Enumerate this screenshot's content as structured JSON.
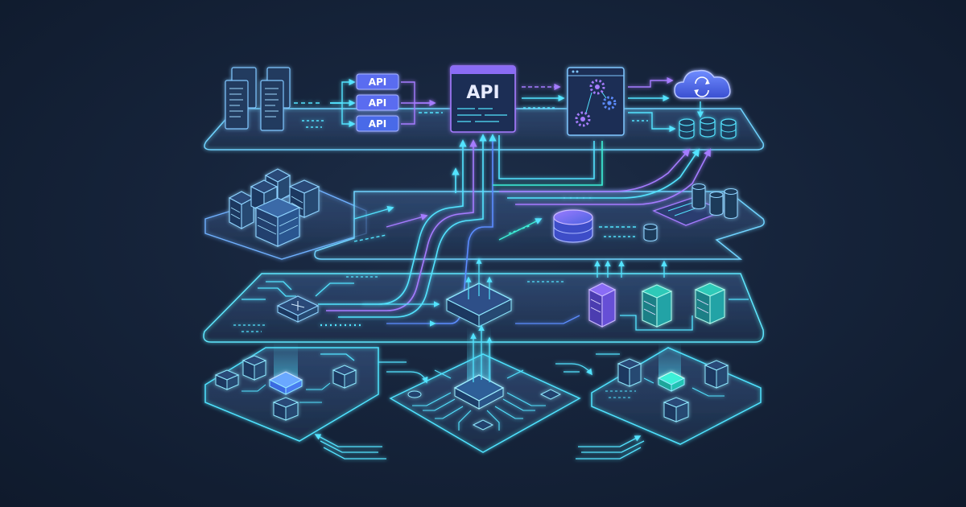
{
  "labels": {
    "api_chip_1": "API",
    "api_chip_2": "API",
    "api_chip_3": "API",
    "api_gateway": "API"
  },
  "colors": {
    "background": "#16243b",
    "cyan": "#53e3ff",
    "teal": "#3cf0d8",
    "violet": "#a57bff",
    "blue": "#5b8cff",
    "api_chip": "#5a6cf0"
  },
  "icons": [
    "document-stack-icon",
    "api-gateway-icon",
    "gear-settings-icon",
    "cloud-sync-icon",
    "database-icon",
    "server-rack-icon",
    "processor-chip-icon"
  ]
}
